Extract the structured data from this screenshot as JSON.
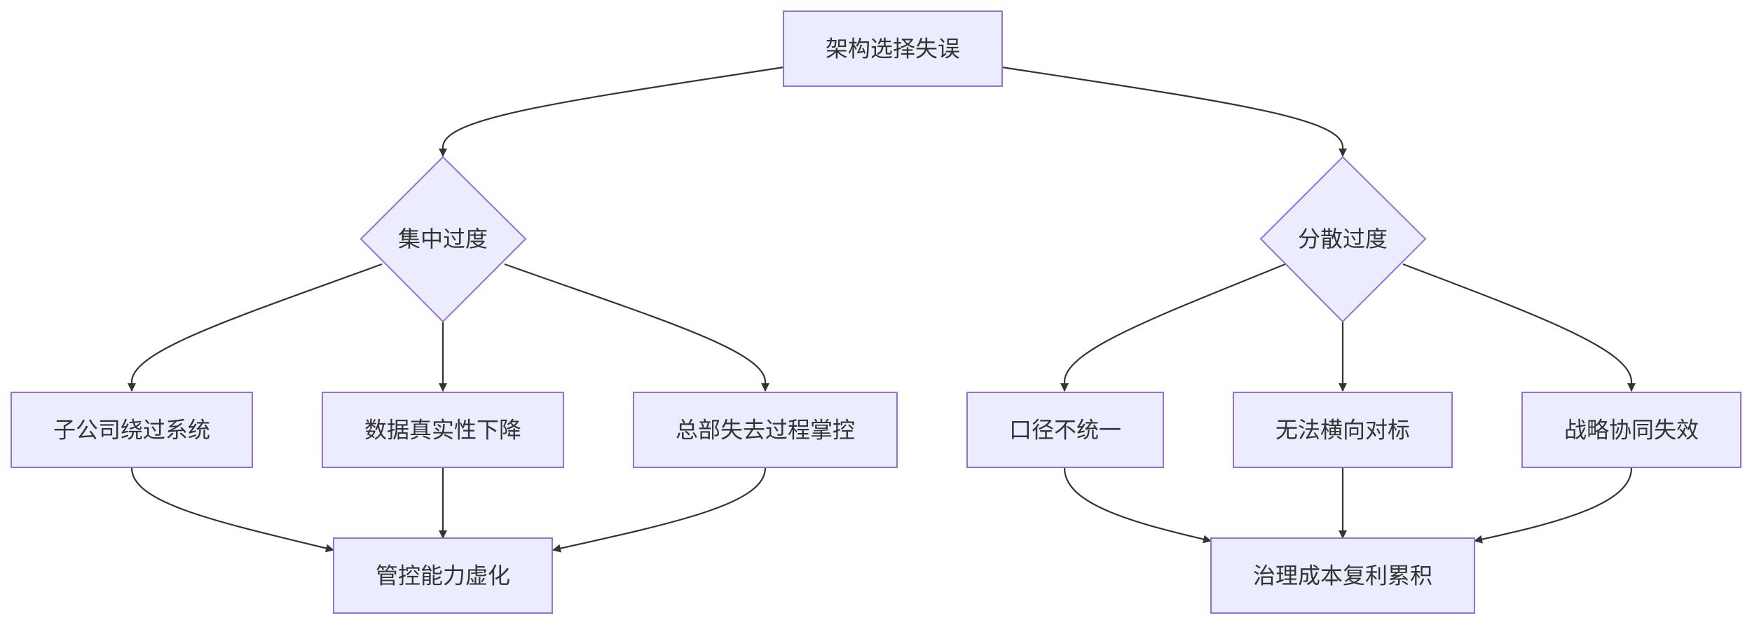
{
  "nodes": {
    "root": {
      "label": "架构选择失误"
    },
    "centralize": {
      "label": "集中过度"
    },
    "decentralize": {
      "label": "分散过度"
    },
    "bypass": {
      "label": "子公司绕过系统"
    },
    "data_decline": {
      "label": "数据真实性下降"
    },
    "lose_control": {
      "label": "总部失去过程掌控"
    },
    "inconsistent": {
      "label": "口径不统一"
    },
    "no_benchmark": {
      "label": "无法横向对标"
    },
    "synergy_fail": {
      "label": "战略协同失效"
    },
    "control_void": {
      "label": "管控能力虚化"
    },
    "cost_compound": {
      "label": "治理成本复利累积"
    }
  },
  "edges": [
    {
      "from": "root",
      "to": "centralize"
    },
    {
      "from": "root",
      "to": "decentralize"
    },
    {
      "from": "centralize",
      "to": "bypass"
    },
    {
      "from": "centralize",
      "to": "data_decline"
    },
    {
      "from": "centralize",
      "to": "lose_control"
    },
    {
      "from": "decentralize",
      "to": "inconsistent"
    },
    {
      "from": "decentralize",
      "to": "no_benchmark"
    },
    {
      "from": "decentralize",
      "to": "synergy_fail"
    },
    {
      "from": "bypass",
      "to": "control_void"
    },
    {
      "from": "data_decline",
      "to": "control_void"
    },
    {
      "from": "lose_control",
      "to": "control_void"
    },
    {
      "from": "inconsistent",
      "to": "cost_compound"
    },
    {
      "from": "no_benchmark",
      "to": "cost_compound"
    },
    {
      "from": "synergy_fail",
      "to": "cost_compound"
    }
  ],
  "colors": {
    "node_fill": "#ECECFF",
    "node_stroke": "#9370DB",
    "edge": "#333333",
    "text": "#333333"
  }
}
